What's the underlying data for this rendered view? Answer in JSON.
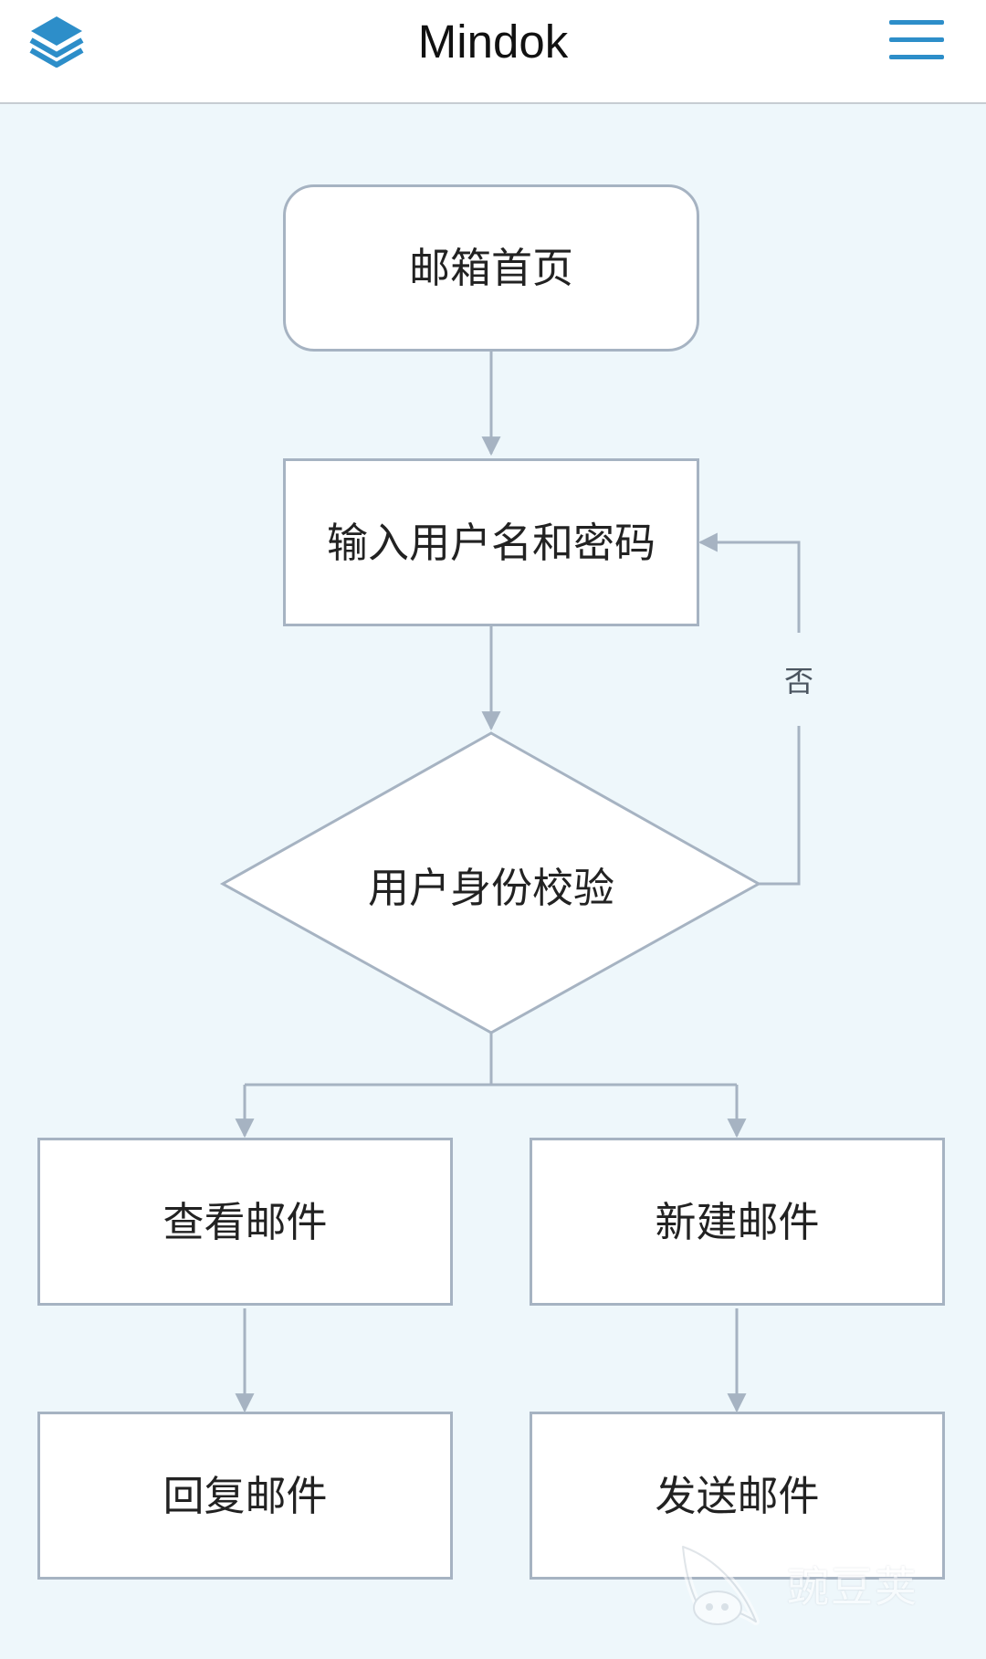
{
  "app": {
    "title": "Mindok",
    "left_icon": "layers-icon",
    "right_icon": "menu-icon",
    "accent_color": "#2d8ec9",
    "background_color": "#eef7fb",
    "line_color": "#a6b3c2"
  },
  "diagram": {
    "nodes": {
      "mail_home": "邮箱首页",
      "enter_credentials": "输入用户名和密码",
      "identity_check": "用户身份校验",
      "view_mail": "查看邮件",
      "new_mail": "新建邮件",
      "reply_mail": "回复邮件",
      "send_mail": "发送邮件"
    },
    "edge_labels": {
      "check_failed": "否"
    }
  },
  "watermark": {
    "text": "豌豆荚",
    "icon": "pea-pod-icon"
  }
}
